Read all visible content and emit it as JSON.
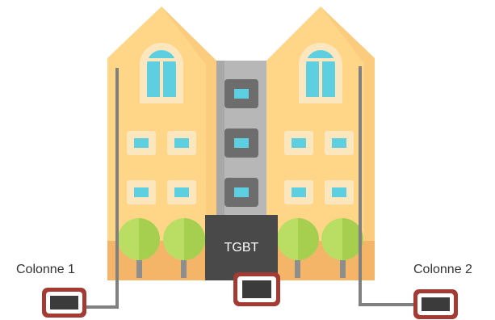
{
  "labels": {
    "tgbt": "TGBT",
    "column_1": "Colonne 1",
    "column_2": "Colonne 2"
  },
  "colors": {
    "wall": "#FFD587",
    "wall_shade": "#F9C476",
    "base": "#F4B568",
    "trim": "#FBE6BD",
    "window_glass": "#5ECFE0",
    "center_tower": "#B7B7B7",
    "center_window_frame": "#6D6D6D",
    "tgbt_box": "#494949",
    "tree_light": "#B9DE63",
    "tree_dark": "#A6CF50",
    "trunk": "#8E8E8E",
    "cable": "#808080",
    "cabinet_border": "#A33A34",
    "cabinet_face": "#3B3B3B"
  }
}
